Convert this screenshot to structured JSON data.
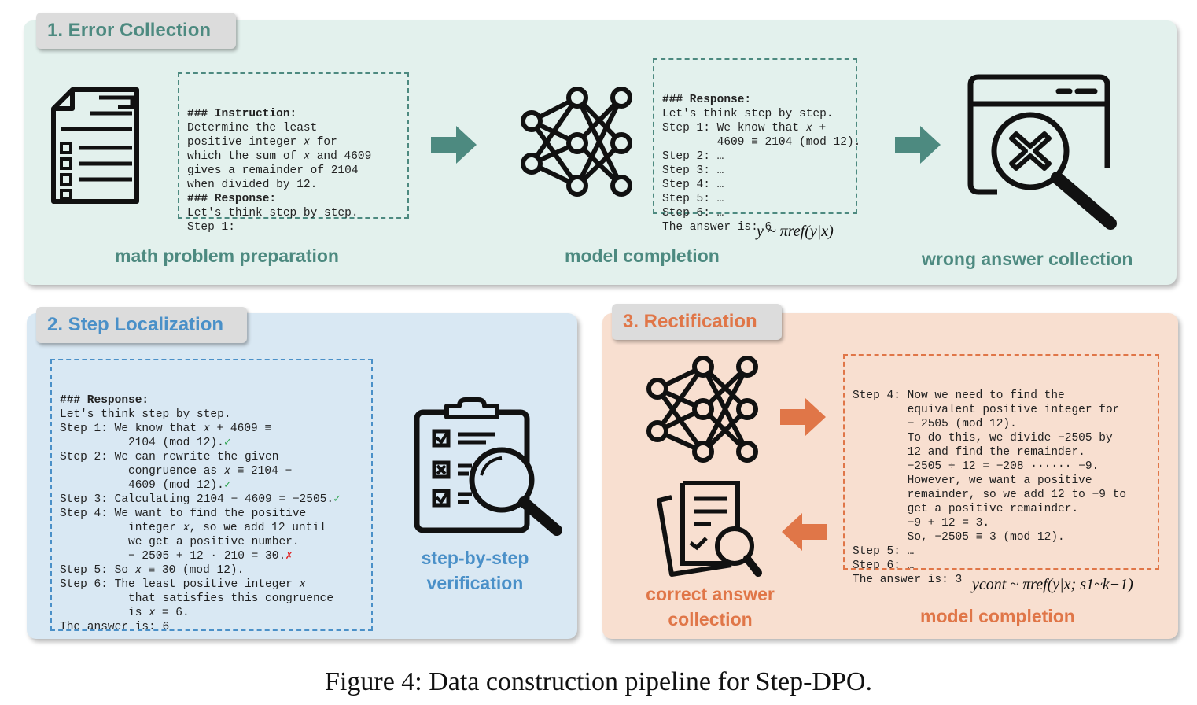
{
  "sections": {
    "error_collection": {
      "title": "1. Error Collection",
      "instruction_box": [
        {
          "text": "### Instruction:",
          "bold": true
        },
        {
          "text": "Determine the least"
        },
        {
          "text": "positive integer 𝑥 for"
        },
        {
          "text": "which the sum of 𝑥 and 4609"
        },
        {
          "text": "gives a remainder of 2104"
        },
        {
          "text": "when divided by 12."
        },
        {
          "text": "### Response:",
          "bold": true
        },
        {
          "text": "Let's think step by step."
        },
        {
          "text": "Step 1:"
        }
      ],
      "response_box": [
        {
          "text": "### Response:",
          "bold": true
        },
        {
          "text": "Let's think step by step."
        },
        {
          "text": "Step 1: We know that 𝑥 +"
        },
        {
          "text": "        4609 ≡ 2104 (mod 12)."
        },
        {
          "text": "Step 2: …"
        },
        {
          "text": "Step 3: …"
        },
        {
          "text": "Step 4: …"
        },
        {
          "text": "Step 5: …"
        },
        {
          "text": "Step 6: …"
        },
        {
          "text": "The answer is: 6"
        }
      ],
      "formula": "y ~ πref(y|x)",
      "captions": {
        "prep": "math problem preparation",
        "completion": "model completion",
        "wrong": "wrong answer collection"
      }
    },
    "step_localization": {
      "title": "2. Step Localization",
      "response_box": [
        {
          "text": "### Response:",
          "bold": true
        },
        {
          "text": "Let's think step by step."
        },
        {
          "text": "Step 1: We know that 𝑥 + 4609 ≡"
        },
        {
          "text": "          2104 (mod 12).",
          "mark": "✓"
        },
        {
          "text": "Step 2: We can rewrite the given"
        },
        {
          "text": "          congruence as 𝑥 ≡ 2104 −"
        },
        {
          "text": "          4609 (mod 12).",
          "mark": "✓"
        },
        {
          "text": "Step 3: Calculating 2104 − 4609 = −2505.",
          "mark": "✓"
        },
        {
          "text": "Step 4: We want to find the positive"
        },
        {
          "text": "          integer 𝑥, so we add 12 until"
        },
        {
          "text": "          we get a positive number."
        },
        {
          "text": "          − 2505 + 12 · 210 = 30.",
          "mark": "✗"
        },
        {
          "text": "Step 5: So 𝑥 ≡ 30 (mod 12)."
        },
        {
          "text": "Step 6: The least positive integer 𝑥"
        },
        {
          "text": "          that satisfies this congruence"
        },
        {
          "text": "          is 𝑥 = 6."
        },
        {
          "text": "The answer is: 6"
        }
      ],
      "caption_line1": "step-by-step",
      "caption_line2": "verification"
    },
    "rectification": {
      "title": "3. Rectification",
      "response_box": [
        {
          "text": "Step 4: Now we need to find the"
        },
        {
          "text": "        equivalent positive integer for"
        },
        {
          "text": "        − 2505 (mod 12)."
        },
        {
          "text": "        To do this, we divide −2505 by"
        },
        {
          "text": "        12 and find the remainder."
        },
        {
          "text": "        −2505 ÷ 12 = −208 ······ −9."
        },
        {
          "text": "        However, we want a positive"
        },
        {
          "text": "        remainder, so we add 12 to −9 to"
        },
        {
          "text": "        get a positive remainder."
        },
        {
          "text": "        −9 + 12 = 3."
        },
        {
          "text": "        So, −2505 ≡ 3 (mod 12)."
        },
        {
          "text": "Step 5: …"
        },
        {
          "text": "Step 6: …"
        },
        {
          "text": "The answer is: 3"
        }
      ],
      "formula": "ycont ~ πref(y|x; s1~k−1)",
      "caption_correct_line1": "correct answer",
      "caption_correct_line2": "collection",
      "caption_completion": "model completion"
    }
  },
  "figure_caption": "Figure 4: Data construction pipeline for Step-DPO.",
  "icons": [
    "document-icon",
    "neural-network-icon",
    "search-error-icon",
    "clipboard-checklist-icon",
    "document-search-icon",
    "arrow-right-icon",
    "arrow-left-icon"
  ],
  "colors": {
    "green": "#4d8a80",
    "blue": "#4a90c8",
    "orange": "#e07648",
    "panel1_bg": "#e3f1ed",
    "panel2_bg": "#d9e8f3",
    "panel3_bg": "#f8dfd0"
  }
}
